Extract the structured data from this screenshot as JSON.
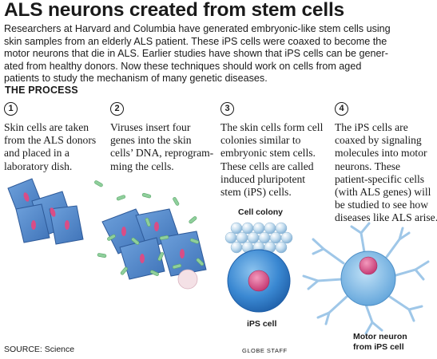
{
  "headline": "ALS neurons created from stem cells",
  "intro_lines": [
    "Researchers at Harvard and Columbia have generated embryonic-like stem cells using",
    "skin samples from an elderly ALS patient. These iPS cells were coaxed to become the",
    "motor neurons that die in ALS. Earlier studies have shown that iPS cells can be gener-",
    "ated from healthy donors. Now these techniques should work on cells from aged",
    "patients to study the mechanism of many genetic diseases."
  ],
  "section_title": "THE PROCESS",
  "steps": [
    {
      "number": "1",
      "lines": [
        "Skin cells are taken",
        "from the ALS donors",
        "and placed in a",
        "laboratory dish."
      ]
    },
    {
      "number": "2",
      "lines": [
        "Viruses insert four",
        "genes  into the skin",
        "cells’ DNA, reprogram-",
        "ming the cells."
      ]
    },
    {
      "number": "3",
      "lines": [
        "The skin cells form cell",
        "colonies similar to",
        "embryonic stem cells.",
        "These cells are called",
        "induced pluripotent",
        "stem (iPS) cells."
      ]
    },
    {
      "number": "4",
      "lines": [
        "The iPS cells are",
        "coaxed by signaling",
        "molecules into motor",
        "neurons. These",
        "patient-specific cells",
        "(with ALS genes) will",
        "be studied to see how",
        "diseases like ALS arise."
      ]
    }
  ],
  "labels": {
    "cell_colony": "Cell colony",
    "ips_cell": "iPS cell",
    "motor_neuron_lines": [
      "Motor neuron",
      "from iPS cell"
    ]
  },
  "source": "SOURCE: Science",
  "credit": "GLOBE STAFF",
  "colors": {
    "skin_cell": "#4f86c9",
    "skin_cell_dark": "#2e5a99",
    "nucleus": "#d94d86",
    "virus": "#8fcf9b",
    "ips_cell": "#3f8fd6",
    "neuron_nucleus": "#d94d86",
    "colony_sphere": "#bcd8ea"
  }
}
